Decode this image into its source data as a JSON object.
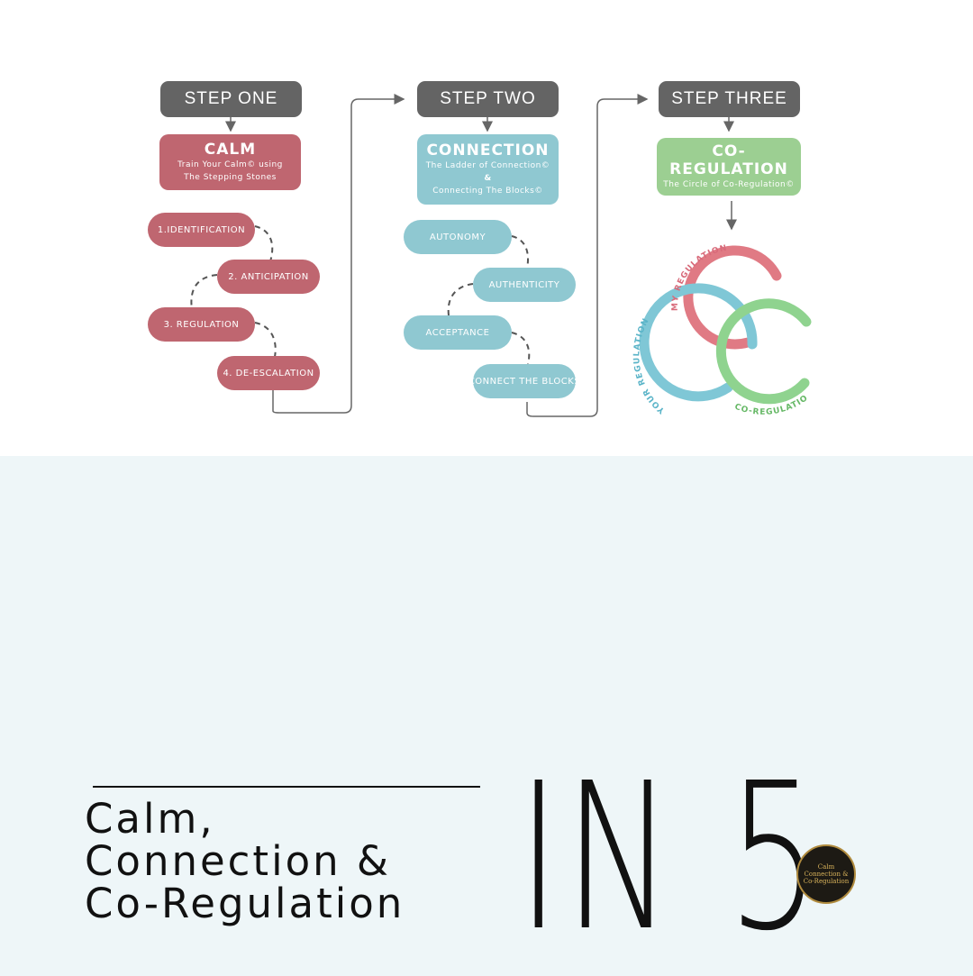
{
  "steps": [
    {
      "header": "STEP ONE",
      "title": "CALM",
      "subtitle_lines": [
        "Train Your Calm© using",
        "The Stepping Stones"
      ],
      "items": [
        "1.IDENTIFICATION",
        "2. ANTICIPATION",
        "3. REGULATION",
        "4. DE-ESCALATION"
      ]
    },
    {
      "header": "STEP TWO",
      "title": "CONNECTION",
      "subtitle_lines": [
        "The Ladder of Connection©",
        "&",
        "Connecting The Blocks©"
      ],
      "items": [
        "AUTONOMY",
        "AUTHENTICITY",
        "ACCEPTANCE",
        "CONNECT THE BLOCKS"
      ]
    },
    {
      "header": "STEP THREE",
      "title": "CO-REGULATION",
      "subtitle_lines": [
        "The Circle of Co-Regulation©"
      ]
    }
  ],
  "circles": {
    "my": "MY REGULATION",
    "your": "YOUR REGULATION",
    "co": "CO-REGULATION"
  },
  "colors": {
    "header": "#646464",
    "calm": "#bf6670",
    "connection": "#8fc8d1",
    "coregulation": "#9ccf92",
    "background": "#eef6f8"
  },
  "title": {
    "line1": "Calm,",
    "line2": "Connection &",
    "line3": "Co-Regulation"
  },
  "big_text": "IN 5",
  "badge": {
    "line1": "Calm",
    "line2": "Connection &",
    "line3": "Co-Regulation"
  }
}
